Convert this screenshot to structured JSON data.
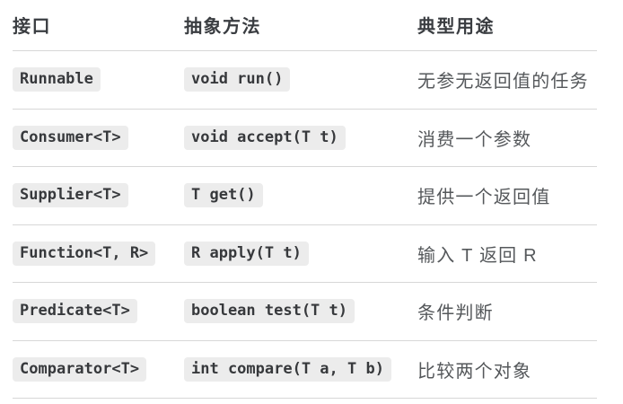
{
  "table": {
    "headers": [
      "接口",
      "抽象方法",
      "典型用途"
    ],
    "rows": [
      {
        "interface": "Runnable",
        "method": "void run()",
        "usage": "无参无返回值的任务"
      },
      {
        "interface": "Consumer<T>",
        "method": "void accept(T t)",
        "usage": "消费一个参数"
      },
      {
        "interface": "Supplier<T>",
        "method": "T get()",
        "usage": "提供一个返回值"
      },
      {
        "interface": "Function<T, R>",
        "method": "R apply(T t)",
        "usage": "输入 T 返回 R"
      },
      {
        "interface": "Predicate<T>",
        "method": "boolean test(T t)",
        "usage": "条件判断"
      },
      {
        "interface": "Comparator<T>",
        "method": "int compare(T a, T b)",
        "usage": "比较两个对象"
      }
    ]
  },
  "colors": {
    "background": "#ffffff",
    "pill_background": "#ececec",
    "code_text": "#37393c",
    "header_text": "#3a3d41",
    "usage_text": "#55585b",
    "divider": "#d7d7d7"
  }
}
